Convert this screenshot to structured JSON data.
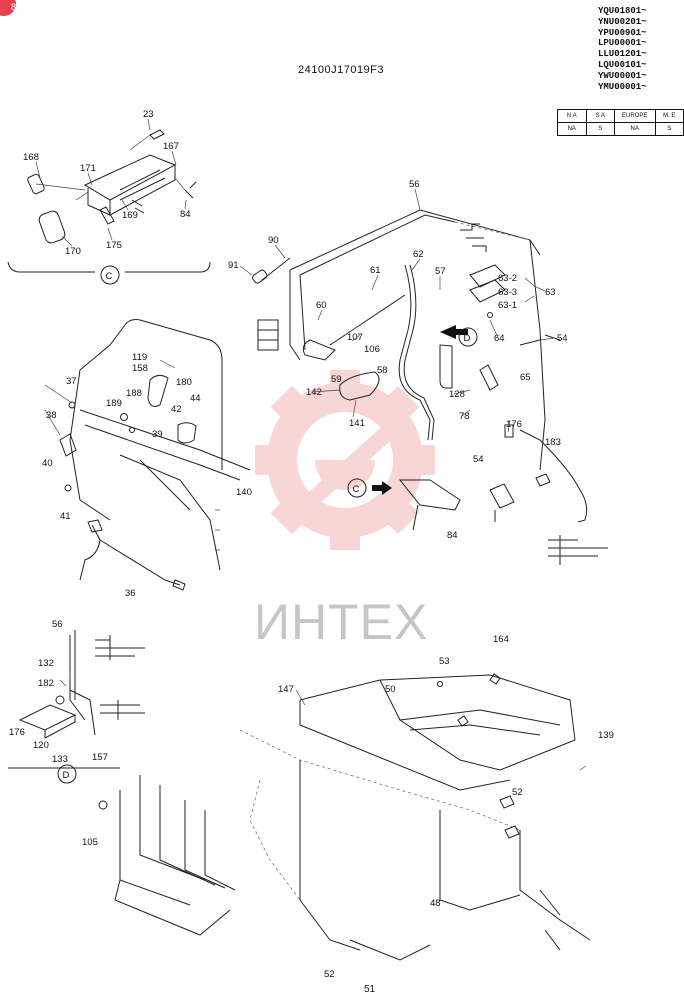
{
  "badge": "8",
  "serials": [
    "YQU01801~",
    "YNU00201~",
    "YPU00901~",
    "LPU00001~",
    "LLU01201~",
    "LQU00101~",
    "YWU00001~",
    "YMU00001~"
  ],
  "drawing_code": "24100J17019F3",
  "market_table": {
    "headers": [
      "N A",
      "S A",
      "EUROPE",
      "M. E"
    ],
    "values": [
      "NA",
      "S",
      "NA",
      "S"
    ]
  },
  "watermark": "ИНТЕХ",
  "page_number": "51",
  "section_marks": {
    "c_top": "C",
    "c_mid": "C",
    "d_mid": "D",
    "d_bottom": "D"
  },
  "callouts": {
    "n23": "23",
    "n168": "168",
    "n167": "167",
    "n171": "171",
    "n169": "169",
    "n84a": "84",
    "n170": "170",
    "n175": "175",
    "n56a": "56",
    "n90": "90",
    "n91": "91",
    "n62": "62",
    "n57": "57",
    "n61": "61",
    "n60": "60",
    "n632": "63-2",
    "n633": "63-3",
    "n631": "63-1",
    "n63": "63",
    "n64": "64",
    "n54a": "54",
    "n107": "107",
    "n106": "106",
    "n59": "59",
    "n58": "58",
    "n142": "142",
    "n141": "141",
    "n128": "128",
    "n65": "65",
    "n78": "78",
    "n176a": "176",
    "n183": "183",
    "n54b": "54",
    "n84b": "84",
    "n140": "140",
    "n119": "119",
    "n158": "158",
    "n180": "180",
    "n37": "37",
    "n188": "188",
    "n38": "38",
    "n189": "189",
    "n42": "42",
    "n44": "44",
    "n39": "39",
    "n40": "40",
    "n41": "41",
    "n36": "36",
    "n56b": "56",
    "n132": "132",
    "n182": "182",
    "n176b": "176",
    "n120": "120",
    "n133": "133",
    "n157": "157",
    "n164": "164",
    "n53": "53",
    "n147": "147",
    "n50": "50",
    "n139": "139",
    "n52a": "52",
    "n48": "48",
    "n52b": "52",
    "n105": "105"
  }
}
